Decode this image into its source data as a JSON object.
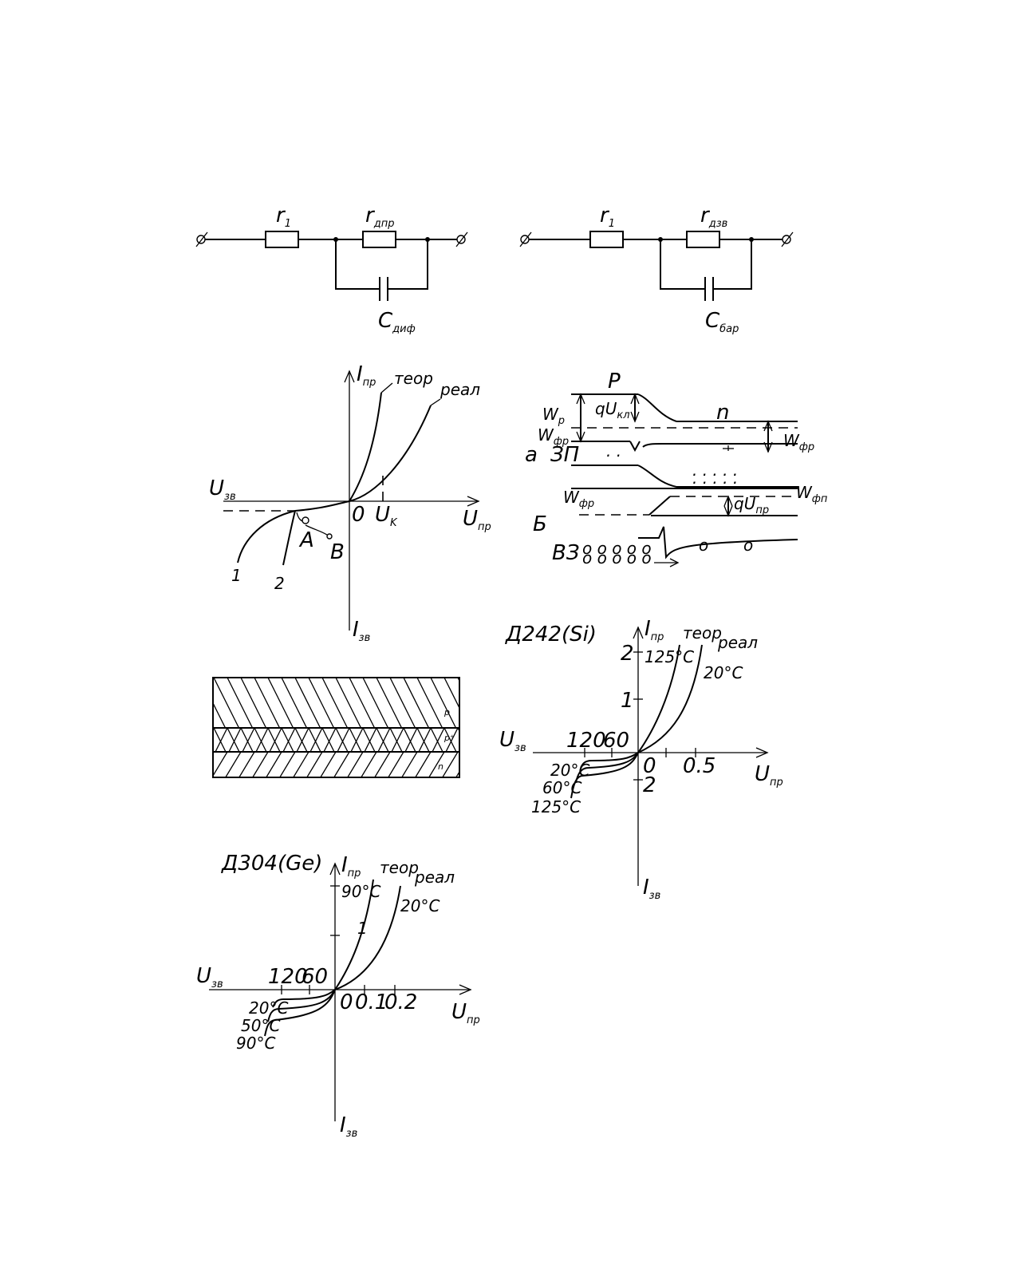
{
  "circuit1": {
    "r1": "r",
    "r1_sub": "1",
    "r2": "r",
    "r2_sub": "дпр",
    "c": "С",
    "c_sub": "диф"
  },
  "circuit2": {
    "r1": "r",
    "r1_sub": "1",
    "r2": "r",
    "r2_sub": "дзв",
    "c": "С",
    "c_sub": "бар"
  },
  "iv_main": {
    "i_fwd": "I",
    "i_fwd_sub": "пр",
    "teor": "теор",
    "real": "реал",
    "u_rev": "U",
    "u_rev_sub": "зв",
    "zero": "0",
    "uk": "U",
    "uk_sub": "K",
    "u_fwd": "U",
    "u_fwd_sub": "пр",
    "pt_a": "A",
    "pt_b": "B",
    "curve1": "1",
    "curve2": "2",
    "i_rev": "I",
    "i_rev_sub": "зв"
  },
  "band": {
    "p": "P",
    "q_ukl": "qU",
    "q_ukl_sub": "кл",
    "n": "n",
    "wp": "W",
    "wp_sub": "р",
    "wfr": "W",
    "wfr_sub": "фр",
    "wfr_right": "W",
    "wfr_right_sub": "фр",
    "a": "a",
    "zp": "ЗП",
    "wfr2": "W",
    "wfr2_sub": "фр",
    "wfn": "W",
    "wfn_sub": "фп",
    "q_upr": "qU",
    "q_upr_sub": "пр",
    "b": "Б",
    "vz": "ВЗ"
  },
  "layers": {
    "p": "p",
    "pplus": "p⁺",
    "n": "n"
  },
  "si": {
    "title": "Д242(Si)",
    "i_fwd": "I",
    "i_fwd_sub": "пр",
    "teor": "теор",
    "real": "реал",
    "t_hot": "125°C",
    "t_room": "20°C",
    "tick_2": "2",
    "tick_1": "1",
    "u_rev": "U",
    "u_rev_sub": "зв",
    "tick_120": "120",
    "tick_60": "60",
    "zero": "0",
    "tick_05": "0.5",
    "u_fwd": "U",
    "u_fwd_sub": "пр",
    "rev_20": "20°C",
    "rev_60": "60°C",
    "rev_125": "125°C",
    "tick_neg2": "2",
    "i_rev": "I",
    "i_rev_sub": "зв"
  },
  "ge": {
    "title": "Д304(Ge)",
    "i_fwd": "I",
    "i_fwd_sub": "пр",
    "teor": "теор",
    "real": "реал",
    "t_hot": "90°C",
    "t_room": "20°C",
    "mark_1": "1",
    "u_rev": "U",
    "u_rev_sub": "зв",
    "tick_120": "120",
    "tick_60": "60",
    "zero": "0",
    "tick_01": "0.1",
    "tick_02": "0.2",
    "u_fwd": "U",
    "u_fwd_sub": "пр",
    "rev_20": "20°C",
    "rev_50": "50°C",
    "rev_90": "90°C",
    "i_rev": "I",
    "i_rev_sub": "зв"
  }
}
